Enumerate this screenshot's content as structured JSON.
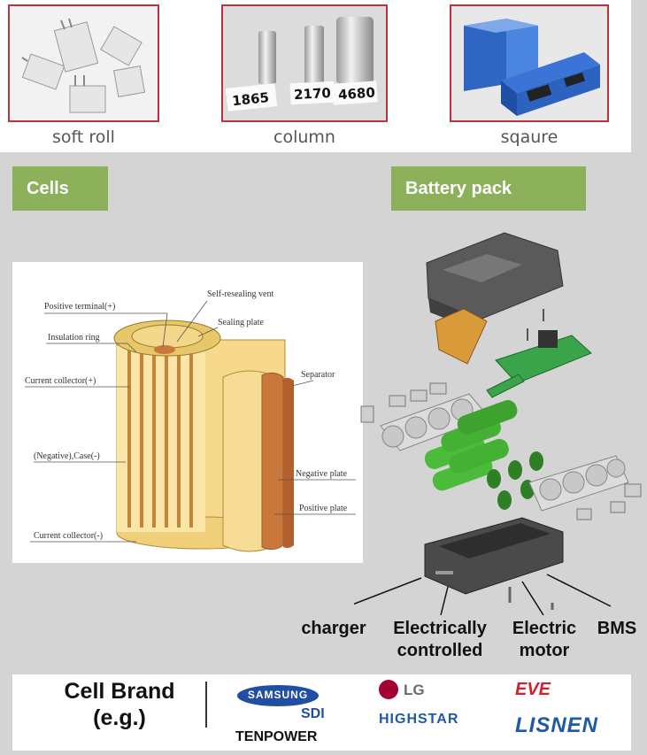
{
  "cell_types": [
    {
      "label": "soft roll"
    },
    {
      "label": "column",
      "sizes": [
        "1865",
        "2170",
        "4680"
      ]
    },
    {
      "label": "sqaure"
    }
  ],
  "tags": {
    "cells": "Cells",
    "battery_pack": "Battery pack"
  },
  "cell_diagram": {
    "labels": {
      "positive_terminal": "Positive terminal(+)",
      "self_resealing_vent": "Self-resealing vent",
      "sealing_plate": "Sealing plate",
      "insulation_ring": "Insulation ring",
      "current_collector_pos": "Current collector(+)",
      "separator": "Separator",
      "negative_case": "(Negative),Case(-)",
      "negative_plate": "Negative plate",
      "positive_plate": "Positive plate",
      "current_collector_neg": "Current collector(-)"
    }
  },
  "pack_components": {
    "charger": "charger",
    "electrically_controlled_line1": "Electrically",
    "electrically_controlled_line2": "controlled",
    "electric_motor_line1": "Electric",
    "electric_motor_line2": "motor",
    "bms": "BMS"
  },
  "brands": {
    "heading_line1": "Cell Brand",
    "heading_line2": "(e.g.)",
    "samsung": "SAMSUNG",
    "samsung_sub": "SDI",
    "lg": "LG",
    "highstar": "HIGHSTAR",
    "eve": "EVE",
    "lisnen": "LISNEN",
    "tenpower": "TENPOWER"
  },
  "colors": {
    "tag_green": "#8db05a",
    "frame_red": "#c0313a",
    "brand_blue": "#1f5aa6",
    "eve_red": "#d8202a",
    "lg_red": "#a50034"
  }
}
